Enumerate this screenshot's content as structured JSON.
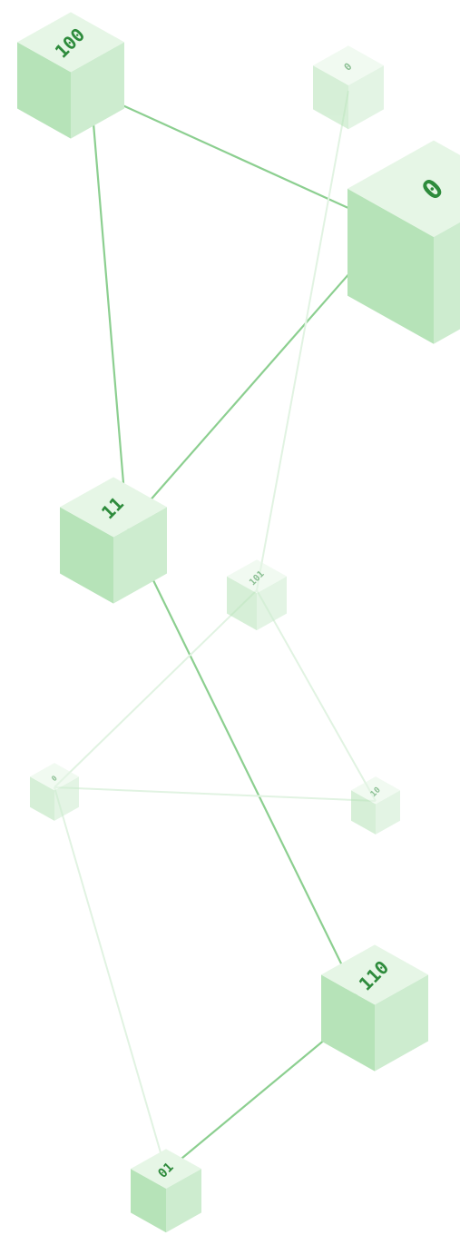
{
  "diagram": {
    "palette": {
      "top_face": "#e6f6e6",
      "left_face": "#b6e3b8",
      "right_face": "#cdeccf",
      "label_color": "#2e8b3c",
      "edge_strong": "#8ccf90",
      "edge_light": "#e1f3e2"
    },
    "nodes": [
      {
        "id": "n100",
        "label": "100",
        "emphasis": "strong"
      },
      {
        "id": "n0a",
        "label": "0",
        "emphasis": "light"
      },
      {
        "id": "n0big",
        "label": "0",
        "emphasis": "strong"
      },
      {
        "id": "n11",
        "label": "11",
        "emphasis": "strong"
      },
      {
        "id": "n101",
        "label": "101",
        "emphasis": "light"
      },
      {
        "id": "n0b",
        "label": "0",
        "emphasis": "light"
      },
      {
        "id": "n10",
        "label": "10",
        "emphasis": "light"
      },
      {
        "id": "n110",
        "label": "110",
        "emphasis": "strong"
      },
      {
        "id": "n01",
        "label": "01",
        "emphasis": "strong"
      }
    ],
    "edges": [
      {
        "from": "n100",
        "to": "n0big",
        "emphasis": "strong"
      },
      {
        "from": "n100",
        "to": "n11",
        "emphasis": "strong"
      },
      {
        "from": "n0big",
        "to": "n11",
        "emphasis": "strong"
      },
      {
        "from": "n0a",
        "to": "n101",
        "emphasis": "light"
      },
      {
        "from": "n11",
        "to": "n110",
        "emphasis": "strong"
      },
      {
        "from": "n101",
        "to": "n0b",
        "emphasis": "light"
      },
      {
        "from": "n101",
        "to": "n10",
        "emphasis": "light"
      },
      {
        "from": "n0b",
        "to": "n10",
        "emphasis": "light"
      },
      {
        "from": "n0b",
        "to": "n01",
        "emphasis": "light"
      },
      {
        "from": "n110",
        "to": "n01",
        "emphasis": "strong"
      }
    ]
  }
}
